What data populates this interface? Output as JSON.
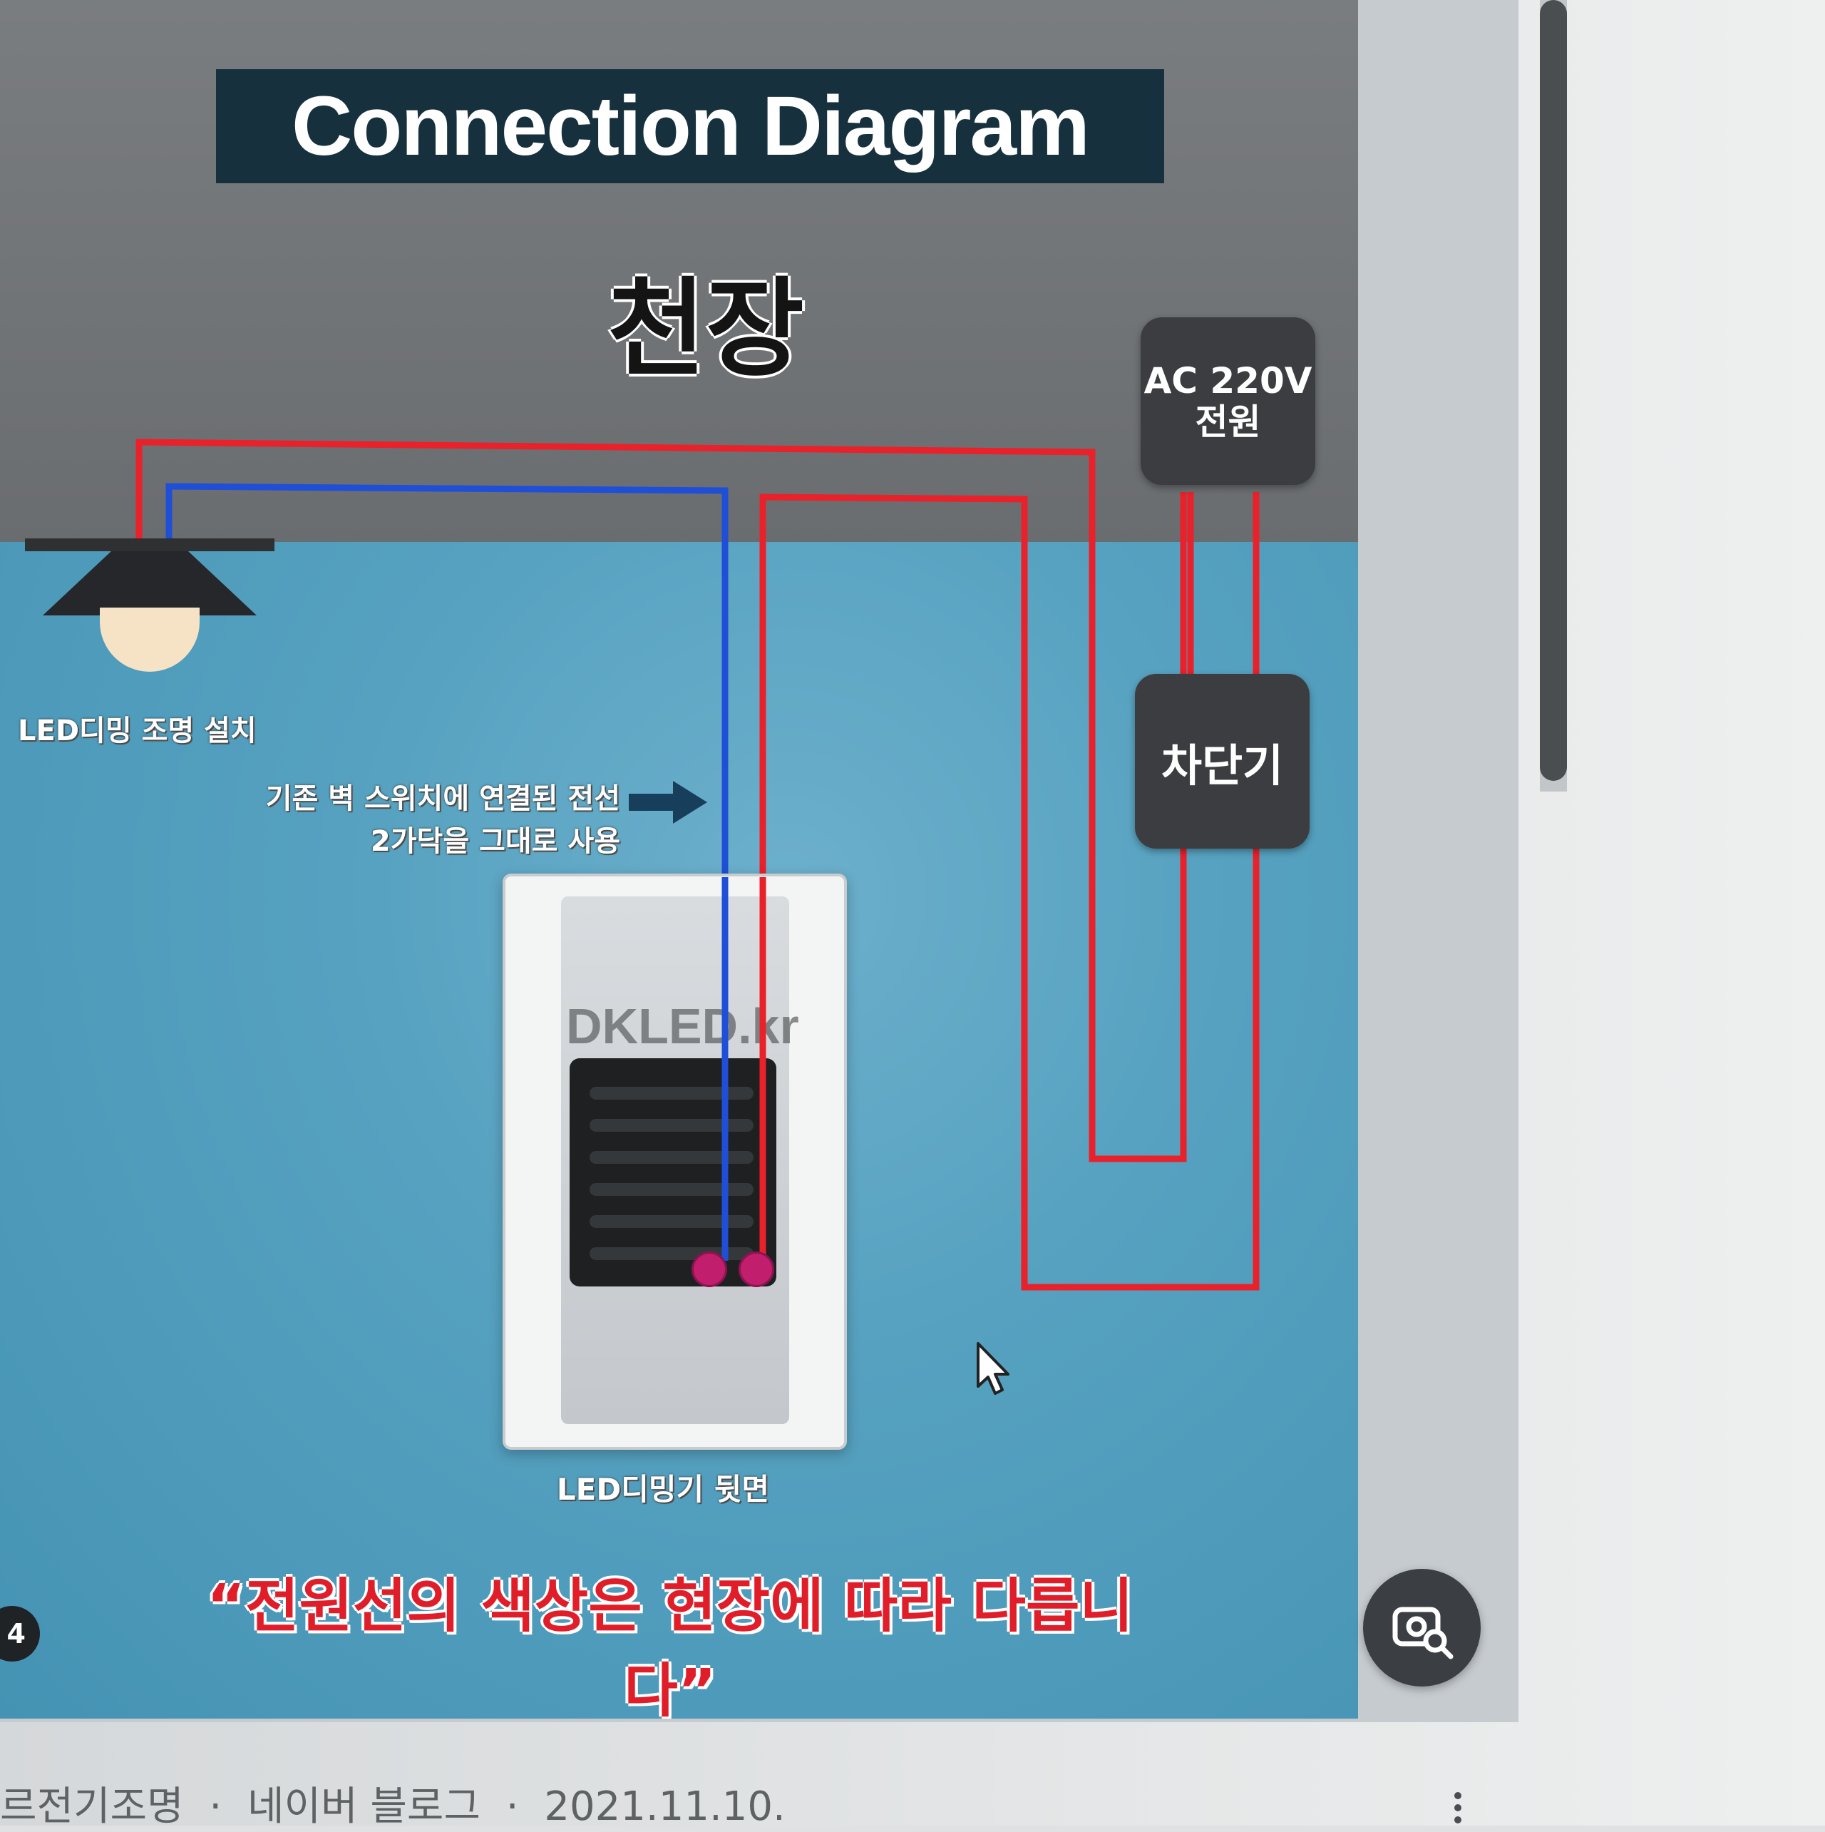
{
  "diagram": {
    "title": "Connection Diagram",
    "ceiling_label": "천장",
    "power_box": {
      "line1": "AC 220V",
      "line2": "전원"
    },
    "breaker_box": "차단기",
    "led_fixture_label": "LED디밍 조명 설치",
    "existing_wire_label": {
      "line1": "기존 벽 스위치에 연결된 전선",
      "line2": "2가닥을 그대로 사용"
    },
    "device_brand": "DKLED.kr",
    "device_label": "LED디밍기 뒷면",
    "notice": "“전원선의 색상은 현장에 따라 다릅니다”"
  },
  "viewer": {
    "page_indicator": "4"
  },
  "source": {
    "site": "르전기조명",
    "platform": "네이버 블로그",
    "date": "2021.11.10.",
    "separator": "·"
  },
  "colors": {
    "wire_live": "#e8212b",
    "wire_neutral": "#1e4fd6",
    "title_bg": "#16313d",
    "box_bg": "#3b3d40",
    "wall": "#56a1c0",
    "ceiling": "#6f7275"
  },
  "icons": {
    "lens_button": "image-search-icon",
    "cursor": "mouse-pointer-icon",
    "more": "more-vertical-icon",
    "arrow": "arrow-right-icon"
  }
}
